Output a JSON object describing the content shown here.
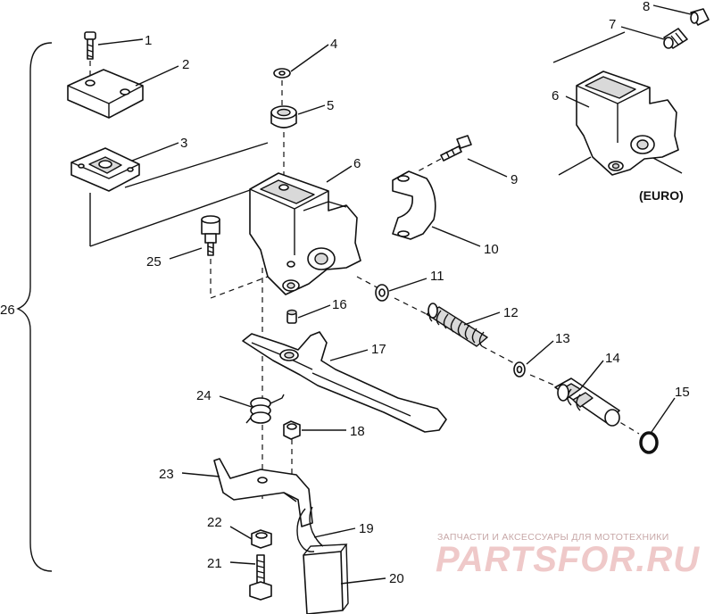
{
  "callouts": [
    {
      "id": "1",
      "text": "1"
    },
    {
      "id": "2",
      "text": "2"
    },
    {
      "id": "3",
      "text": "3"
    },
    {
      "id": "4",
      "text": "4"
    },
    {
      "id": "5",
      "text": "5"
    },
    {
      "id": "6",
      "text": "6"
    },
    {
      "id": "6b",
      "text": "6"
    },
    {
      "id": "7",
      "text": "7"
    },
    {
      "id": "8",
      "text": "8"
    },
    {
      "id": "9",
      "text": "9"
    },
    {
      "id": "10",
      "text": "10"
    },
    {
      "id": "11",
      "text": "11"
    },
    {
      "id": "12",
      "text": "12"
    },
    {
      "id": "13",
      "text": "13"
    },
    {
      "id": "14",
      "text": "14"
    },
    {
      "id": "15",
      "text": "15"
    },
    {
      "id": "16",
      "text": "16"
    },
    {
      "id": "17",
      "text": "17"
    },
    {
      "id": "18",
      "text": "18"
    },
    {
      "id": "19",
      "text": "19"
    },
    {
      "id": "20",
      "text": "20"
    },
    {
      "id": "21",
      "text": "21"
    },
    {
      "id": "22",
      "text": "22"
    },
    {
      "id": "23",
      "text": "23"
    },
    {
      "id": "24",
      "text": "24"
    },
    {
      "id": "25",
      "text": "25"
    },
    {
      "id": "26",
      "text": "26"
    }
  ],
  "variant_label": "(EURO)",
  "watermark": {
    "tagline": "ЗАПЧАСТИ И АКСЕССУАРЫ ДЛЯ МОТОТЕХНИКИ",
    "brand": "PARTSFOR.RU"
  }
}
